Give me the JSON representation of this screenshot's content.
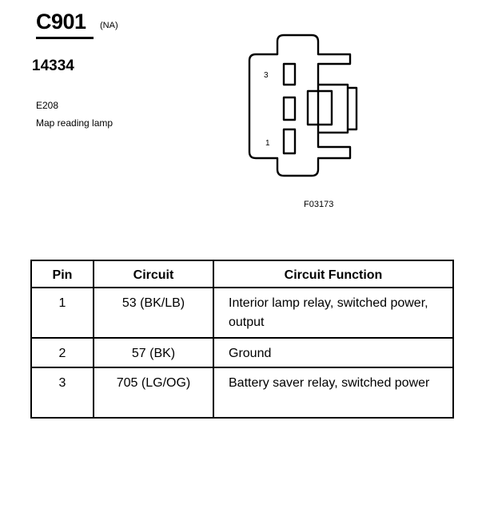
{
  "header": {
    "connector_id": "C901",
    "connector_note": "(NA)",
    "part_number": "14334",
    "location": "E208",
    "description": "Map reading lamp"
  },
  "figure": {
    "pin_labels": [
      "3",
      "1"
    ],
    "figure_id": "F03173"
  },
  "table": {
    "columns": [
      "Pin",
      "Circuit",
      "Circuit Function"
    ],
    "rows": [
      {
        "pin": "1",
        "circuit": "53 (BK/LB)",
        "function": "Interior lamp relay, switched power, output"
      },
      {
        "pin": "2",
        "circuit": "57 (BK)",
        "function": "Ground"
      },
      {
        "pin": "3",
        "circuit": "705 (LG/OG)",
        "function": "Battery saver relay, switched power"
      }
    ]
  }
}
